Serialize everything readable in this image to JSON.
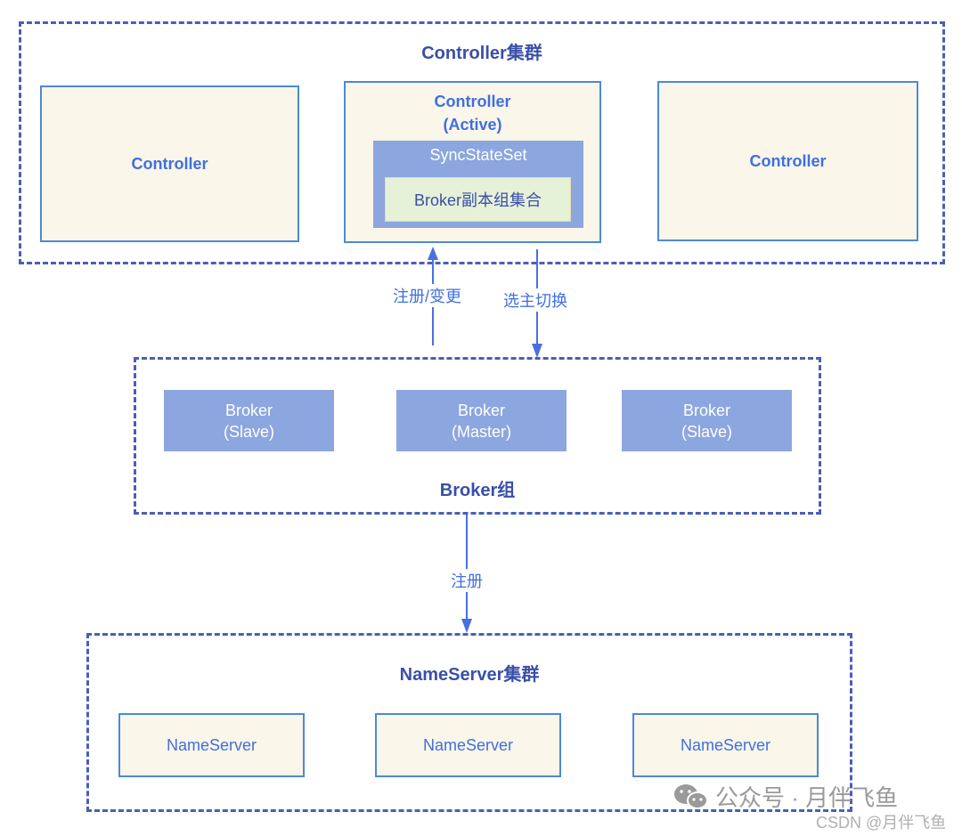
{
  "controller_cluster": {
    "title": "Controller集群",
    "nodes": [
      {
        "label": "Controller"
      },
      {
        "label": "Controller",
        "sublabel": "(Active)"
      },
      {
        "label": "Controller"
      }
    ],
    "sync_state_set": {
      "label": "SyncStateSet",
      "inner_label": "Broker副本组集合"
    }
  },
  "edges": {
    "register_change": "注册/变更",
    "leader_switch": "选主切换",
    "register": "注册"
  },
  "broker_group": {
    "title": "Broker组",
    "brokers": [
      {
        "label": "Broker",
        "role": "(Slave)"
      },
      {
        "label": "Broker",
        "role": "(Master)"
      },
      {
        "label": "Broker",
        "role": "(Slave)"
      }
    ]
  },
  "nameserver_cluster": {
    "title": "NameServer集群",
    "nodes": [
      {
        "label": "NameServer"
      },
      {
        "label": "NameServer"
      },
      {
        "label": "NameServer"
      }
    ]
  },
  "watermark": {
    "wechat_text": "公众号 · 月伴飞鱼",
    "csdn_text": "CSDN @月伴飞鱼"
  },
  "colors": {
    "cluster_border": "#4a5fb5",
    "node_fill": "#faf6e9",
    "node_border": "#4a8ad8",
    "broker_fill": "#8ca6df",
    "inner_fill": "#e6f2d8",
    "accent_text": "#3f6fe0",
    "title_text": "#3a4fa8"
  }
}
